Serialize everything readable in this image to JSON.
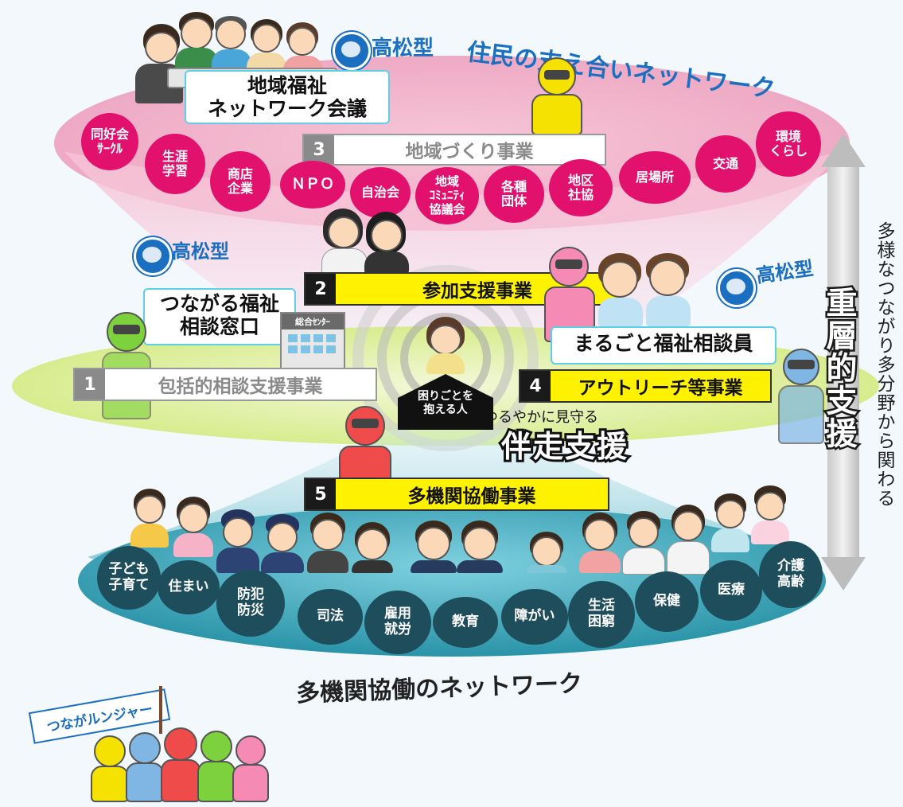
{
  "header": {
    "badge_label": "高松型",
    "title": "住民の支え合いネットワーク"
  },
  "top_section": {
    "meeting_callout": "地域福祉\nネットワーク会議",
    "bar3": {
      "number": "3",
      "label": "地域づくり事業"
    },
    "circles": [
      "同好会\nｻｰｸﾙ",
      "生涯\n学習",
      "商店\n企業",
      "ＮＰＯ",
      "自治会",
      "地域\nｺﾐｭﾆﾃｨ\n協議会",
      "各種\n団体",
      "地区\n社協",
      "居場所",
      "交通",
      "環境\nくらし"
    ]
  },
  "middle_section": {
    "left_badge_label": "高松型",
    "left_callout": "つながる福祉\n相談窓口",
    "building_label": "総合ｾﾝﾀｰ",
    "bar1": {
      "number": "1",
      "label": "包括的相談支援事業"
    },
    "bar2": {
      "number": "2",
      "label": "参加支援事業"
    },
    "center_person_label": "困りごとを\n抱える人",
    "right_badge_label": "高松型",
    "right_callout": "まるごと福祉相談員",
    "bar4": {
      "number": "4",
      "label": "アウトリーチ等事業"
    },
    "watch_caption": "ゆるやかに見守る",
    "accompany_title": "伴走支援"
  },
  "bottom_section": {
    "bar5": {
      "number": "5",
      "label": "多機関協働事業"
    },
    "circles": [
      "子ども\n子育て",
      "住まい",
      "防犯\n防災",
      "司法",
      "雇用\n就労",
      "教育",
      "障がい",
      "生活\n困窮",
      "保健",
      "医療",
      "介護\n高齢"
    ],
    "network_title": "多機関協働のネットワーク"
  },
  "side": {
    "layered_support": "重層的支援",
    "vertical_caption": "多様なつながり多分野から関わる"
  },
  "mascot": {
    "flag_text": "つながルンジャー"
  },
  "colors": {
    "pink_circle": "#e3116e",
    "navy_circle": "#1e4d5c",
    "yellow_bar": "#fff200",
    "accent_blue": "#1b6fc0"
  }
}
